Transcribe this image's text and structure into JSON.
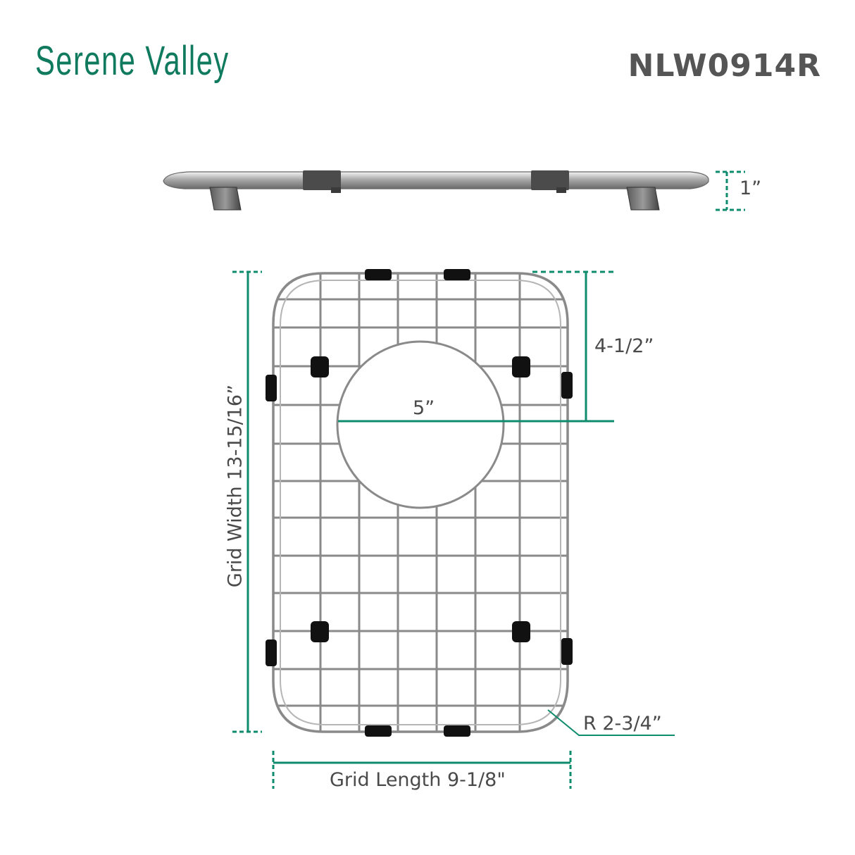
{
  "brand": {
    "name": "Serene Valley",
    "color": "#0f7a5e"
  },
  "model": {
    "code": "NLW0914R"
  },
  "dimensions": {
    "height": "1”",
    "grid_width": "Grid Width 13-15/16”",
    "drain_offset": "4-1/2”",
    "drain_diameter": "5”",
    "corner_radius": "R 2-3/4”",
    "grid_length": "Grid Length 9-1/8\""
  },
  "colors": {
    "accent": "#0f8c6e",
    "wire": "#8a8a8a",
    "bumper": "#111111",
    "text": "#4a4a4a"
  }
}
